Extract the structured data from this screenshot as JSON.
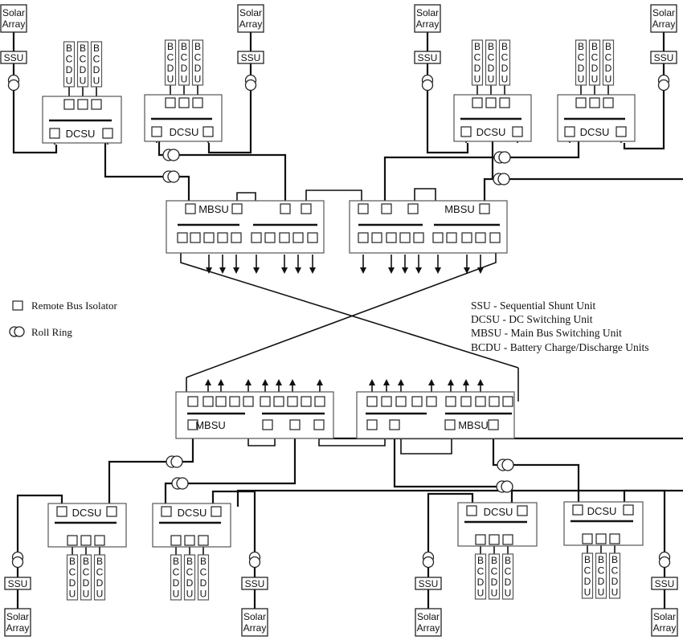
{
  "diagram": {
    "title": "ISS Electrical Power System Topology",
    "labels": {
      "solar_array_line1": "Solar",
      "solar_array_line2": "Array",
      "ssu": "SSU",
      "dcsu": "DCSU",
      "mbsu": "MBSU",
      "bcdu_letters": [
        "B",
        "C",
        "D",
        "U"
      ]
    },
    "counts": {
      "solar_arrays": 8,
      "ssus": 8,
      "dcsus": 8,
      "mbsus": 4,
      "bcdus_per_dcsu": 3,
      "roll_rings": 16
    }
  },
  "legend_symbols": [
    {
      "symbol": "remote-bus-isolator",
      "label": "Remote Bus Isolator"
    },
    {
      "symbol": "roll-ring",
      "label": "Roll Ring"
    }
  ],
  "abbreviations": [
    {
      "abbr": "SSU",
      "text": "SSU - Sequential Shunt Unit"
    },
    {
      "abbr": "DCSU",
      "text": "DCSU - DC Switching Unit"
    },
    {
      "abbr": "MBSU",
      "text": "MBSU - Main Bus Switching Unit"
    },
    {
      "abbr": "BCDU",
      "text": "BCDU - Battery Charge/Discharge Units"
    }
  ]
}
